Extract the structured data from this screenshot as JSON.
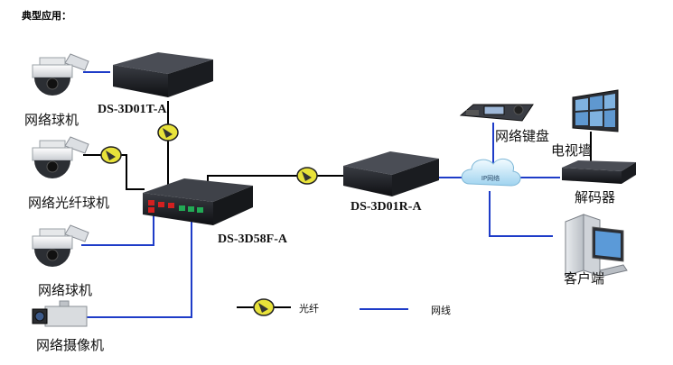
{
  "title": "典型应用：",
  "devices": {
    "transmitter": "DS-3D01T-A",
    "switch": "DS-3D58F-A",
    "receiver": "DS-3D01R-A"
  },
  "labels": {
    "dome1": "网络球机",
    "fiber_dome": "网络光纤球机",
    "dome2": "网络球机",
    "camera": "网络摄像机",
    "keyboard": "网络键盘",
    "tv_wall": "电视墙",
    "decoder": "解码器",
    "client": "客户端",
    "ip_network": "IP网络"
  },
  "legend": {
    "fiber": "光纤",
    "network_cable": "网线"
  },
  "colors": {
    "fiber_line": "#000000",
    "network_line": "#1e3cc8",
    "fiber_badge": "#e8e23a"
  }
}
